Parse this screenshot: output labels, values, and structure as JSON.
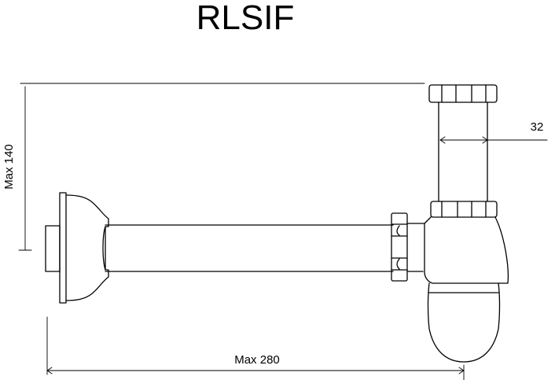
{
  "title": "RLSIF",
  "dimensions": {
    "height_label": "Max 140",
    "diameter_label": "32",
    "length_label": "Max 280"
  },
  "colors": {
    "line": "#000000",
    "background": "#ffffff"
  }
}
